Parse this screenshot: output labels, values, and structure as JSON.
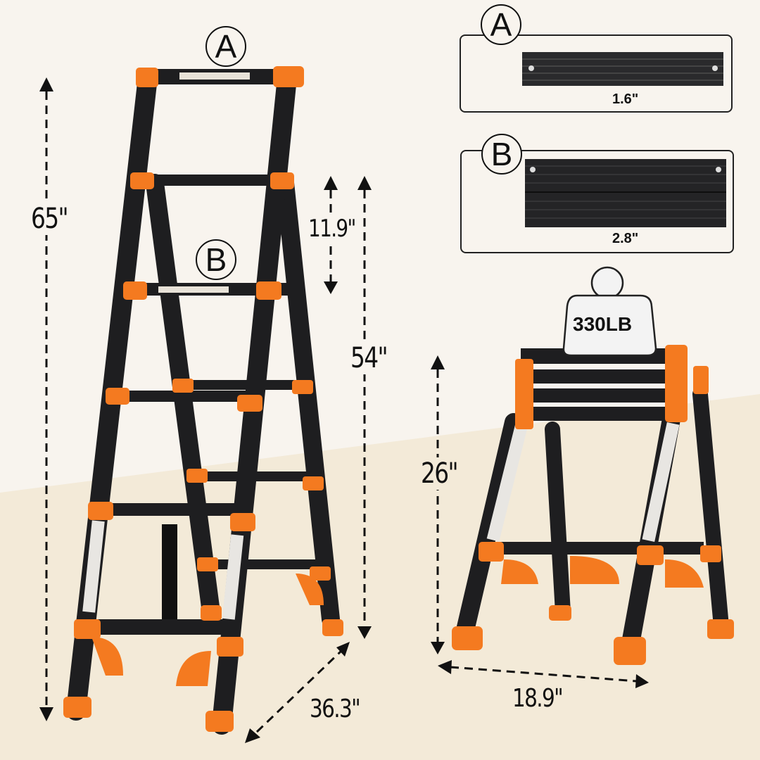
{
  "main_ladder": {
    "marker_top": "A",
    "marker_step": "B",
    "height_total": "65\"",
    "step_spacing": "11.9\"",
    "height_platform": "54\"",
    "base_depth": "36.3\""
  },
  "step_details": {
    "a": {
      "marker": "A",
      "width": "1.6\""
    },
    "b": {
      "marker": "B",
      "width": "2.8\""
    }
  },
  "folded_ladder": {
    "load_capacity": "330LB",
    "height": "26\"",
    "width": "18.9\""
  },
  "colors": {
    "background": "#f8f4ee",
    "floor": "#f3ead8",
    "orange": "#f47a20",
    "tube": "#1e1e20"
  }
}
